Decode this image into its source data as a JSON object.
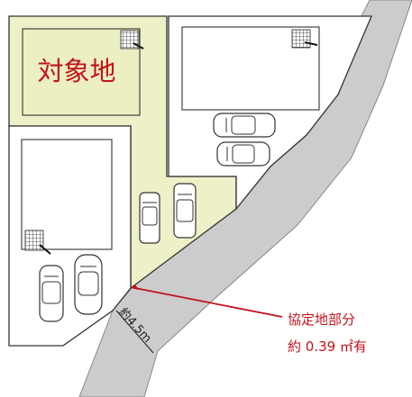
{
  "subject_lot_label": "対象地",
  "road_width_label": "約4.5m",
  "agreement_label": {
    "line1": "協定地部分",
    "line2": "約 0.39 ㎡有"
  },
  "colors": {
    "subject_lot_fill": "#eef0c8",
    "road_fill": "#cccccc",
    "accent_red": "#c4121a",
    "lot_outline": "#333333"
  }
}
